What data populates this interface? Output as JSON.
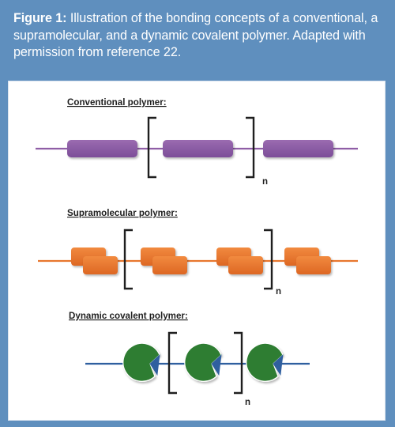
{
  "figure": {
    "label": "Figure 1:",
    "caption": "Illustration of the bonding concepts of a conventional, a supramolecular, and a dynamic covalent polymer. Adapted with permission from reference 22."
  },
  "diagram": {
    "sections": [
      {
        "title": "Conventional polymer:",
        "repeat_label": "n",
        "color": "#8f5ea6"
      },
      {
        "title": "Supramolecular polymer:",
        "repeat_label": "n",
        "color": "#e8772e"
      },
      {
        "title": "Dynamic covalent polymer:",
        "repeat_label": "n",
        "color": "#2f7d32",
        "accent_color": "#2f5f9f"
      }
    ]
  }
}
